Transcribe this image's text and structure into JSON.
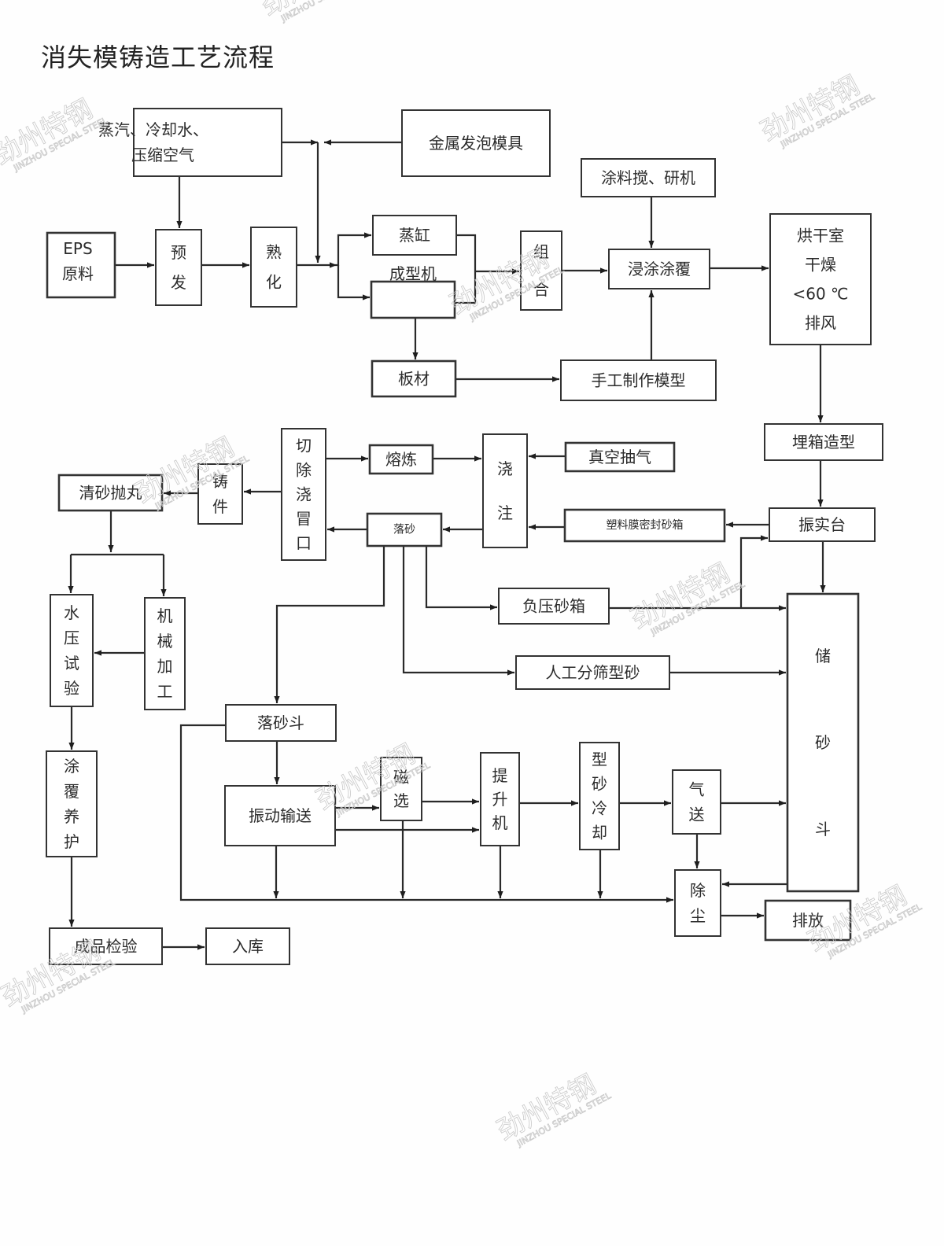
{
  "title": "消失模铸造工艺流程",
  "watermark": {
    "cn": "劲州特钢",
    "en": "JINZHOU SPECIAL STEEL"
  },
  "nodes": {
    "steam": [
      "蒸汽、冷却水、",
      "压缩空气"
    ],
    "metal_mold": [
      "金属发泡模具"
    ],
    "eps": [
      "EPS",
      "原料"
    ],
    "pre_expand": [
      "预",
      "发"
    ],
    "curing": [
      "熟",
      "化"
    ],
    "steam_cyl": [
      "蒸缸"
    ],
    "molding_machine": [
      "成型机"
    ],
    "assembly": [
      "组",
      "合"
    ],
    "coating_mixer": [
      "涂料搅、研机"
    ],
    "dip_coating": [
      "浸涂涂覆"
    ],
    "drying_room": [
      "烘干室",
      "干燥",
      "<60 ℃",
      "排风"
    ],
    "board": [
      "板材"
    ],
    "handmade": [
      "手工制作模型"
    ],
    "box_molding": [
      "埋箱造型"
    ],
    "vibration_table": [
      "振实台"
    ],
    "pouring": [
      "浇",
      "注"
    ],
    "vacuum": [
      "真空抽气"
    ],
    "plastic_film": [
      "塑料膜密封砂箱"
    ],
    "melting": [
      "熔炼"
    ],
    "shakeout": [
      "落砂"
    ],
    "cut_riser": [
      "切",
      "除",
      "浇",
      "冒",
      "口"
    ],
    "casting": [
      "铸",
      "件"
    ],
    "shot_blast": [
      "清砂抛丸"
    ],
    "hydro_test": [
      "水",
      "压",
      "试",
      "验"
    ],
    "machining": [
      "机",
      "械",
      "加",
      "工"
    ],
    "coat_cure": [
      "涂",
      "覆",
      "养",
      "护"
    ],
    "final_inspect": [
      "成品检验"
    ],
    "warehouse": [
      "入库"
    ],
    "negative_pressure": [
      "负压砂箱"
    ],
    "manual_screen": [
      "人工分筛型砂"
    ],
    "sand_storage": [
      "储",
      "砂",
      "斗"
    ],
    "sand_hopper": [
      "落砂斗"
    ],
    "vibrating_conveyor": [
      "振动输送"
    ],
    "magnetic_sep": [
      "磁",
      "选"
    ],
    "elevator": [
      "提",
      "升",
      "机"
    ],
    "sand_cooling": [
      "型",
      "砂",
      "冷",
      "却"
    ],
    "pneumatic": [
      "气",
      "送"
    ],
    "dust_removal": [
      "除",
      "尘"
    ],
    "discharge": [
      "排放"
    ]
  }
}
